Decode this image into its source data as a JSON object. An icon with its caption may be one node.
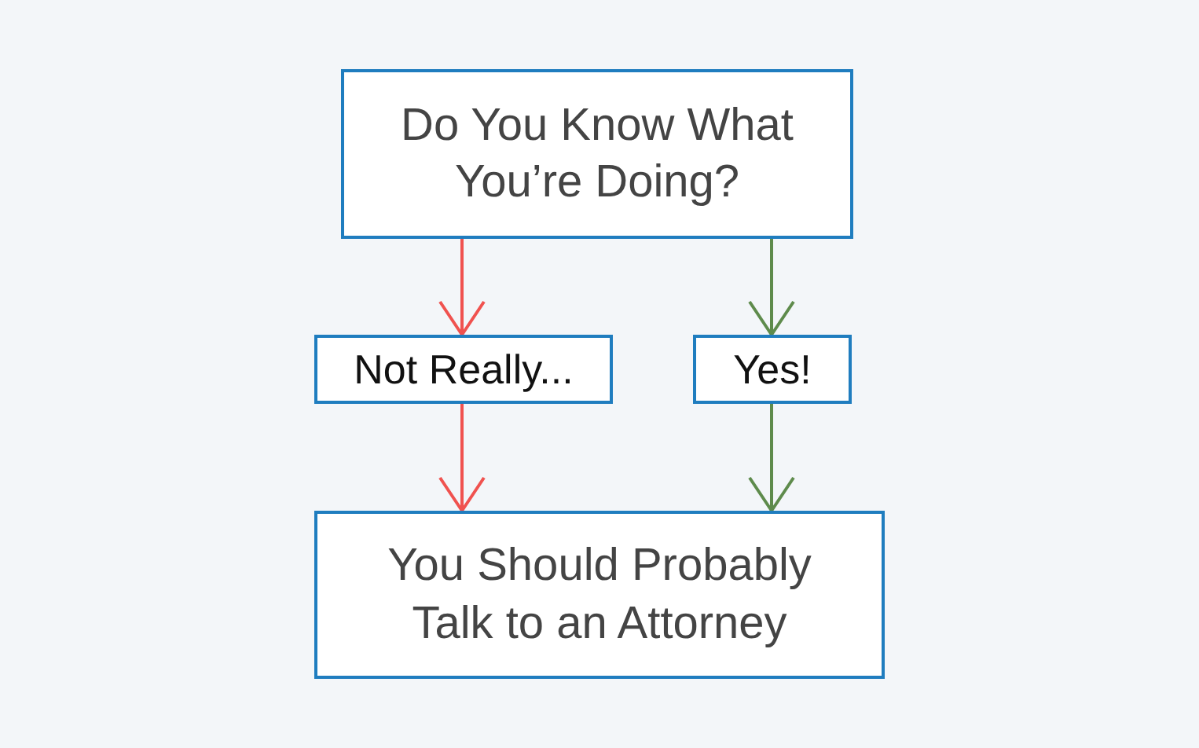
{
  "diagram": {
    "nodes": [
      {
        "text": [
          "Do You Know What You’re Doing?"
        ]
      },
      {
        "text": [
          "Not Really..."
        ]
      },
      {
        "text": [
          "Yes!"
        ]
      },
      {
        "text": [
          "You Should Probably Talk to an Attorney"
        ]
      }
    ],
    "edges": [
      {
        "from": 0,
        "to": 1,
        "arrow": "to",
        "color": "#f0524f"
      },
      {
        "from": 0,
        "to": 2,
        "arrow": "to",
        "color": "#5e8b4c"
      },
      {
        "from": 1,
        "to": 3,
        "arrow": "to",
        "color": "#f0524f"
      },
      {
        "from": 2,
        "to": 3,
        "arrow": "to",
        "color": "#5e8b4c"
      }
    ]
  }
}
